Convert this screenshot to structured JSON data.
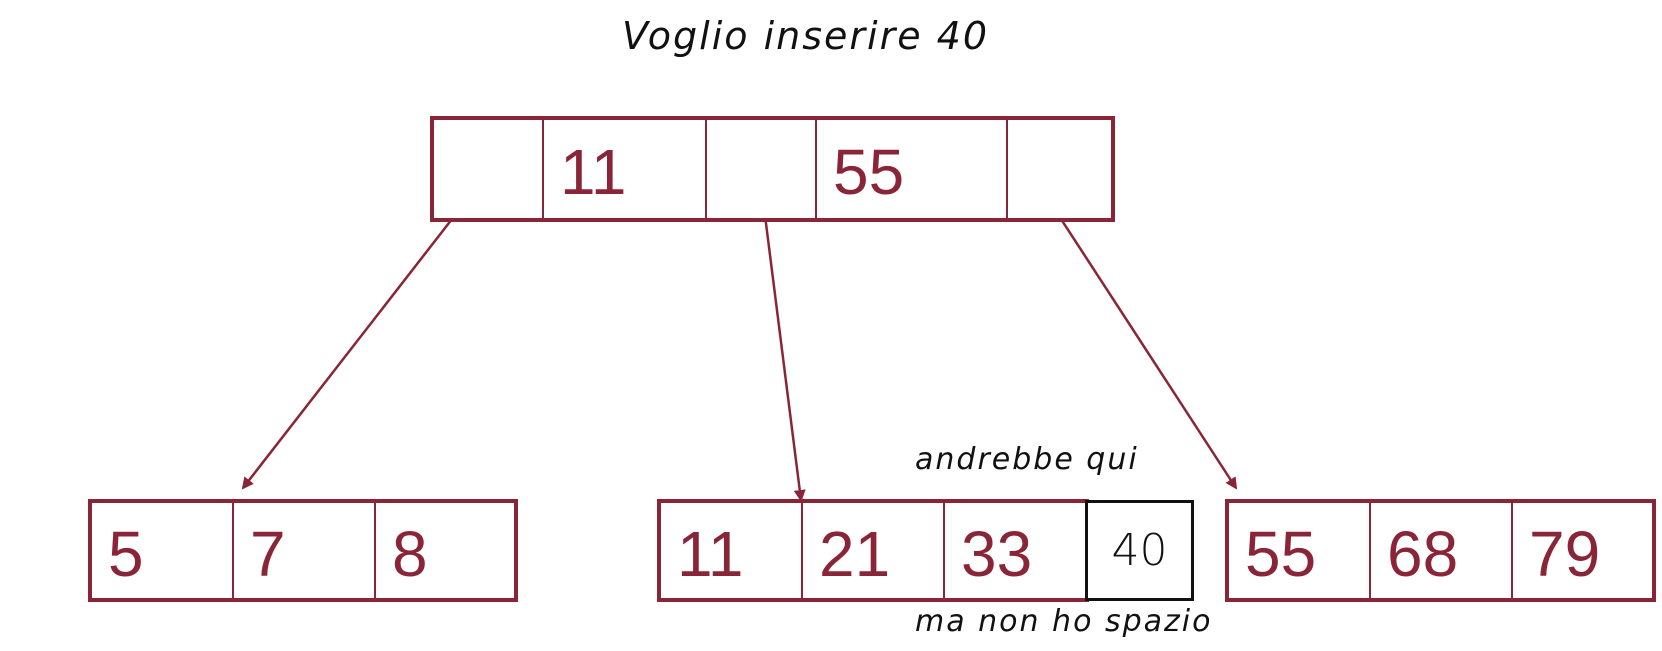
{
  "title": "Voglio inserire 40",
  "root": {
    "keys": [
      "11",
      "55"
    ]
  },
  "leaves": [
    {
      "keys": [
        "5",
        "7",
        "8",
        ""
      ]
    },
    {
      "keys": [
        "11",
        "21",
        "33"
      ]
    },
    {
      "keys": [
        "55",
        "68",
        "79"
      ]
    }
  ],
  "new_key": "40",
  "annotations": {
    "above": "andrebbe qui",
    "below": "ma non ho spazio"
  },
  "colors": {
    "node": "#8a2437",
    "ink": "#111111"
  }
}
